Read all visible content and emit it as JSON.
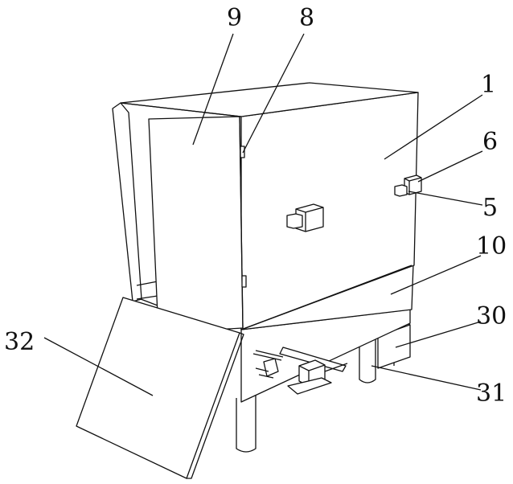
{
  "figure": {
    "labels": [
      {
        "id": "label-9",
        "text": "9"
      },
      {
        "id": "label-8",
        "text": "8"
      },
      {
        "id": "label-1",
        "text": "1"
      },
      {
        "id": "label-6",
        "text": "6"
      },
      {
        "id": "label-5",
        "text": "5"
      },
      {
        "id": "label-10",
        "text": "10"
      },
      {
        "id": "label-30",
        "text": "30"
      },
      {
        "id": "label-31",
        "text": "31"
      },
      {
        "id": "label-32",
        "text": "32"
      }
    ]
  }
}
